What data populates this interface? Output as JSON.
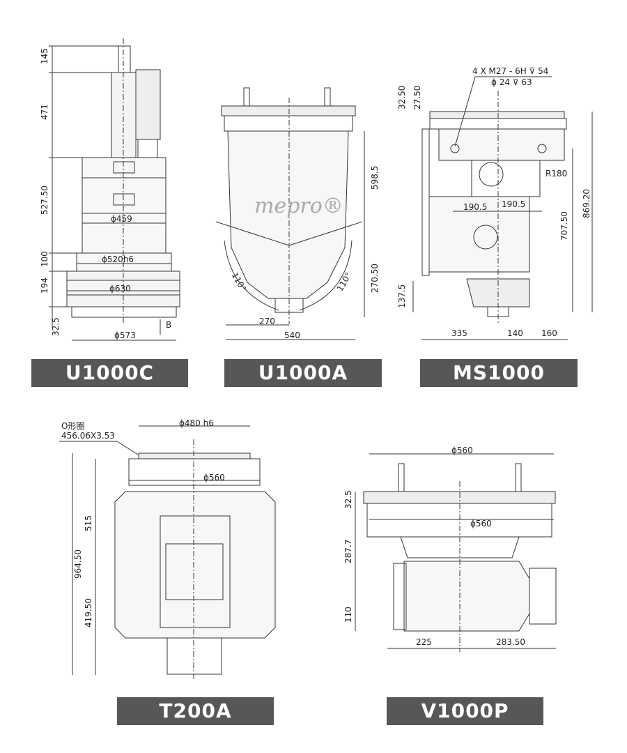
{
  "models": [
    {
      "name": "U1000C",
      "dims": {
        "h1": "145",
        "h2": "471",
        "h3": "527.50",
        "h4": "100",
        "h5": "194",
        "h6": "32.5",
        "d1": "ϕ459",
        "d2": "ϕ520h6",
        "d3": "ϕ630",
        "d4": "ϕ573",
        "view": "B"
      }
    },
    {
      "name": "U1000A",
      "dims": {
        "h1": "598.5",
        "h2": "270.50",
        "a1": "110°",
        "a2": "110°",
        "w1": "270",
        "w2": "540"
      },
      "logo": "mepro®"
    },
    {
      "name": "MS1000",
      "dims": {
        "note1": "4 X M27 - 6H ⊽ 54",
        "note2": "ϕ 24 ⊽ 63",
        "h1": "32.50",
        "h2": "27.50",
        "r": "R180",
        "w1": "190.5",
        "w2": "190.5",
        "h3": "707.50",
        "h4": "869.20",
        "h5": "137.5",
        "w3": "335",
        "w4": "140",
        "w5": "160"
      }
    },
    {
      "name": "T200A",
      "dims": {
        "note1": "O形圈",
        "note2": "456.06X3.53",
        "d1": "ϕ480 h6",
        "d2": "ϕ560",
        "h1": "515",
        "h2": "964.50",
        "h3": "419.50"
      }
    },
    {
      "name": "V1000P",
      "dims": {
        "d1": "ϕ560",
        "d2": "ϕ560",
        "h1": "32.5",
        "h2": "287.7",
        "h3": "110",
        "w1": "225",
        "w2": "283.50"
      }
    }
  ],
  "colors": {
    "label_bg": "#595656",
    "line": "#333333"
  }
}
